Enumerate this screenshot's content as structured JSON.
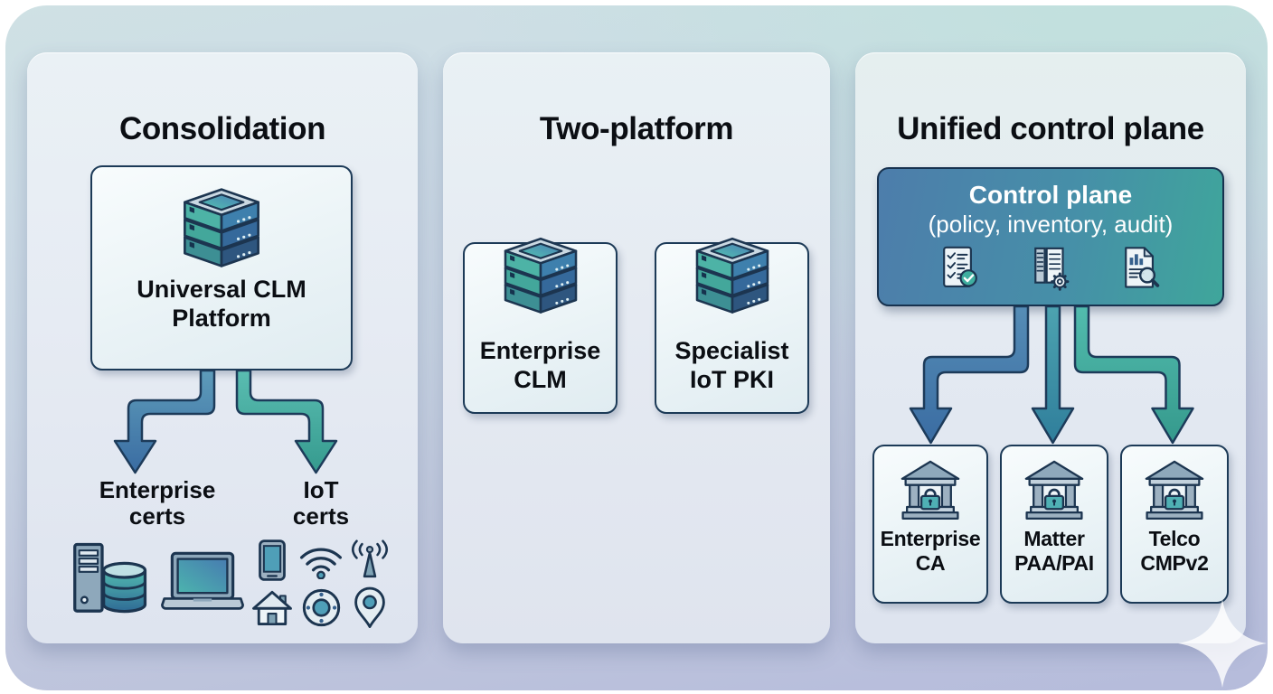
{
  "colors": {
    "outline_navy": "#1c3a57",
    "arrow_blue": "#3a6ca2",
    "arrow_teal": "#35998c",
    "control_plane_gradient_left": "#4d7dab",
    "control_plane_gradient_right": "#3fa69b",
    "background_top": "#cfe1e4",
    "background_bottom": "#b5bbdb",
    "panel_fill": "#e6ebf3"
  },
  "panels": {
    "consolidation": {
      "title": "Consolidation",
      "platform_box": {
        "label": "Universal CLM Platform",
        "icon": "server-stack-icon"
      },
      "branches": [
        {
          "label": "Enterprise certs",
          "icons": [
            "desktop-database-icon",
            "laptop-icon"
          ]
        },
        {
          "label": "IoT certs",
          "icons": [
            "smartphone-icon",
            "wifi-icon",
            "antenna-icon",
            "house-icon",
            "smart-device-icon",
            "location-pin-icon"
          ]
        }
      ]
    },
    "two_platform": {
      "title": "Two-platform",
      "boxes": [
        {
          "label": "Enterprise CLM",
          "icon": "server-stack-icon"
        },
        {
          "label": "Specialist IoT PKI",
          "icon": "server-stack-icon"
        }
      ]
    },
    "unified": {
      "title": "Unified control plane",
      "control_plane": {
        "title": "Control plane",
        "subtitle": "(policy, inventory, audit)",
        "icons": [
          "policy-checklist-icon",
          "inventory-gear-icon",
          "audit-report-icon"
        ]
      },
      "targets": [
        {
          "label": "Enterprise CA",
          "icon": "ca-building-lock-icon"
        },
        {
          "label": "Matter PAA/PAI",
          "icon": "ca-building-lock-icon"
        },
        {
          "label": "Telco CMPv2",
          "icon": "ca-building-lock-icon"
        }
      ]
    }
  }
}
